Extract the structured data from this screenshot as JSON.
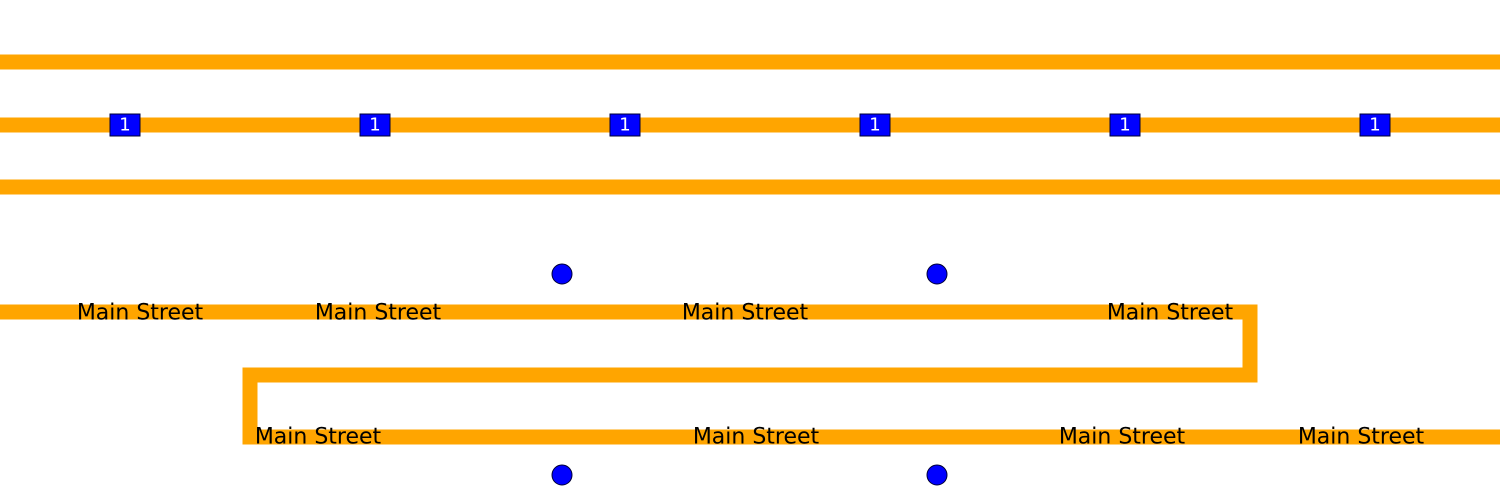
{
  "colors": {
    "road": "#ffa500",
    "shield_fill": "#0000ff",
    "shield_stroke": "#000033",
    "shield_text": "#ffffff",
    "poi_fill": "#0000ff",
    "poi_stroke": "#000033"
  },
  "route_shield": {
    "number": "1",
    "count": 6
  },
  "street": {
    "name": "Main Street",
    "label_count": 8
  },
  "poi": {
    "icon": "circle-marker",
    "count": 4
  }
}
